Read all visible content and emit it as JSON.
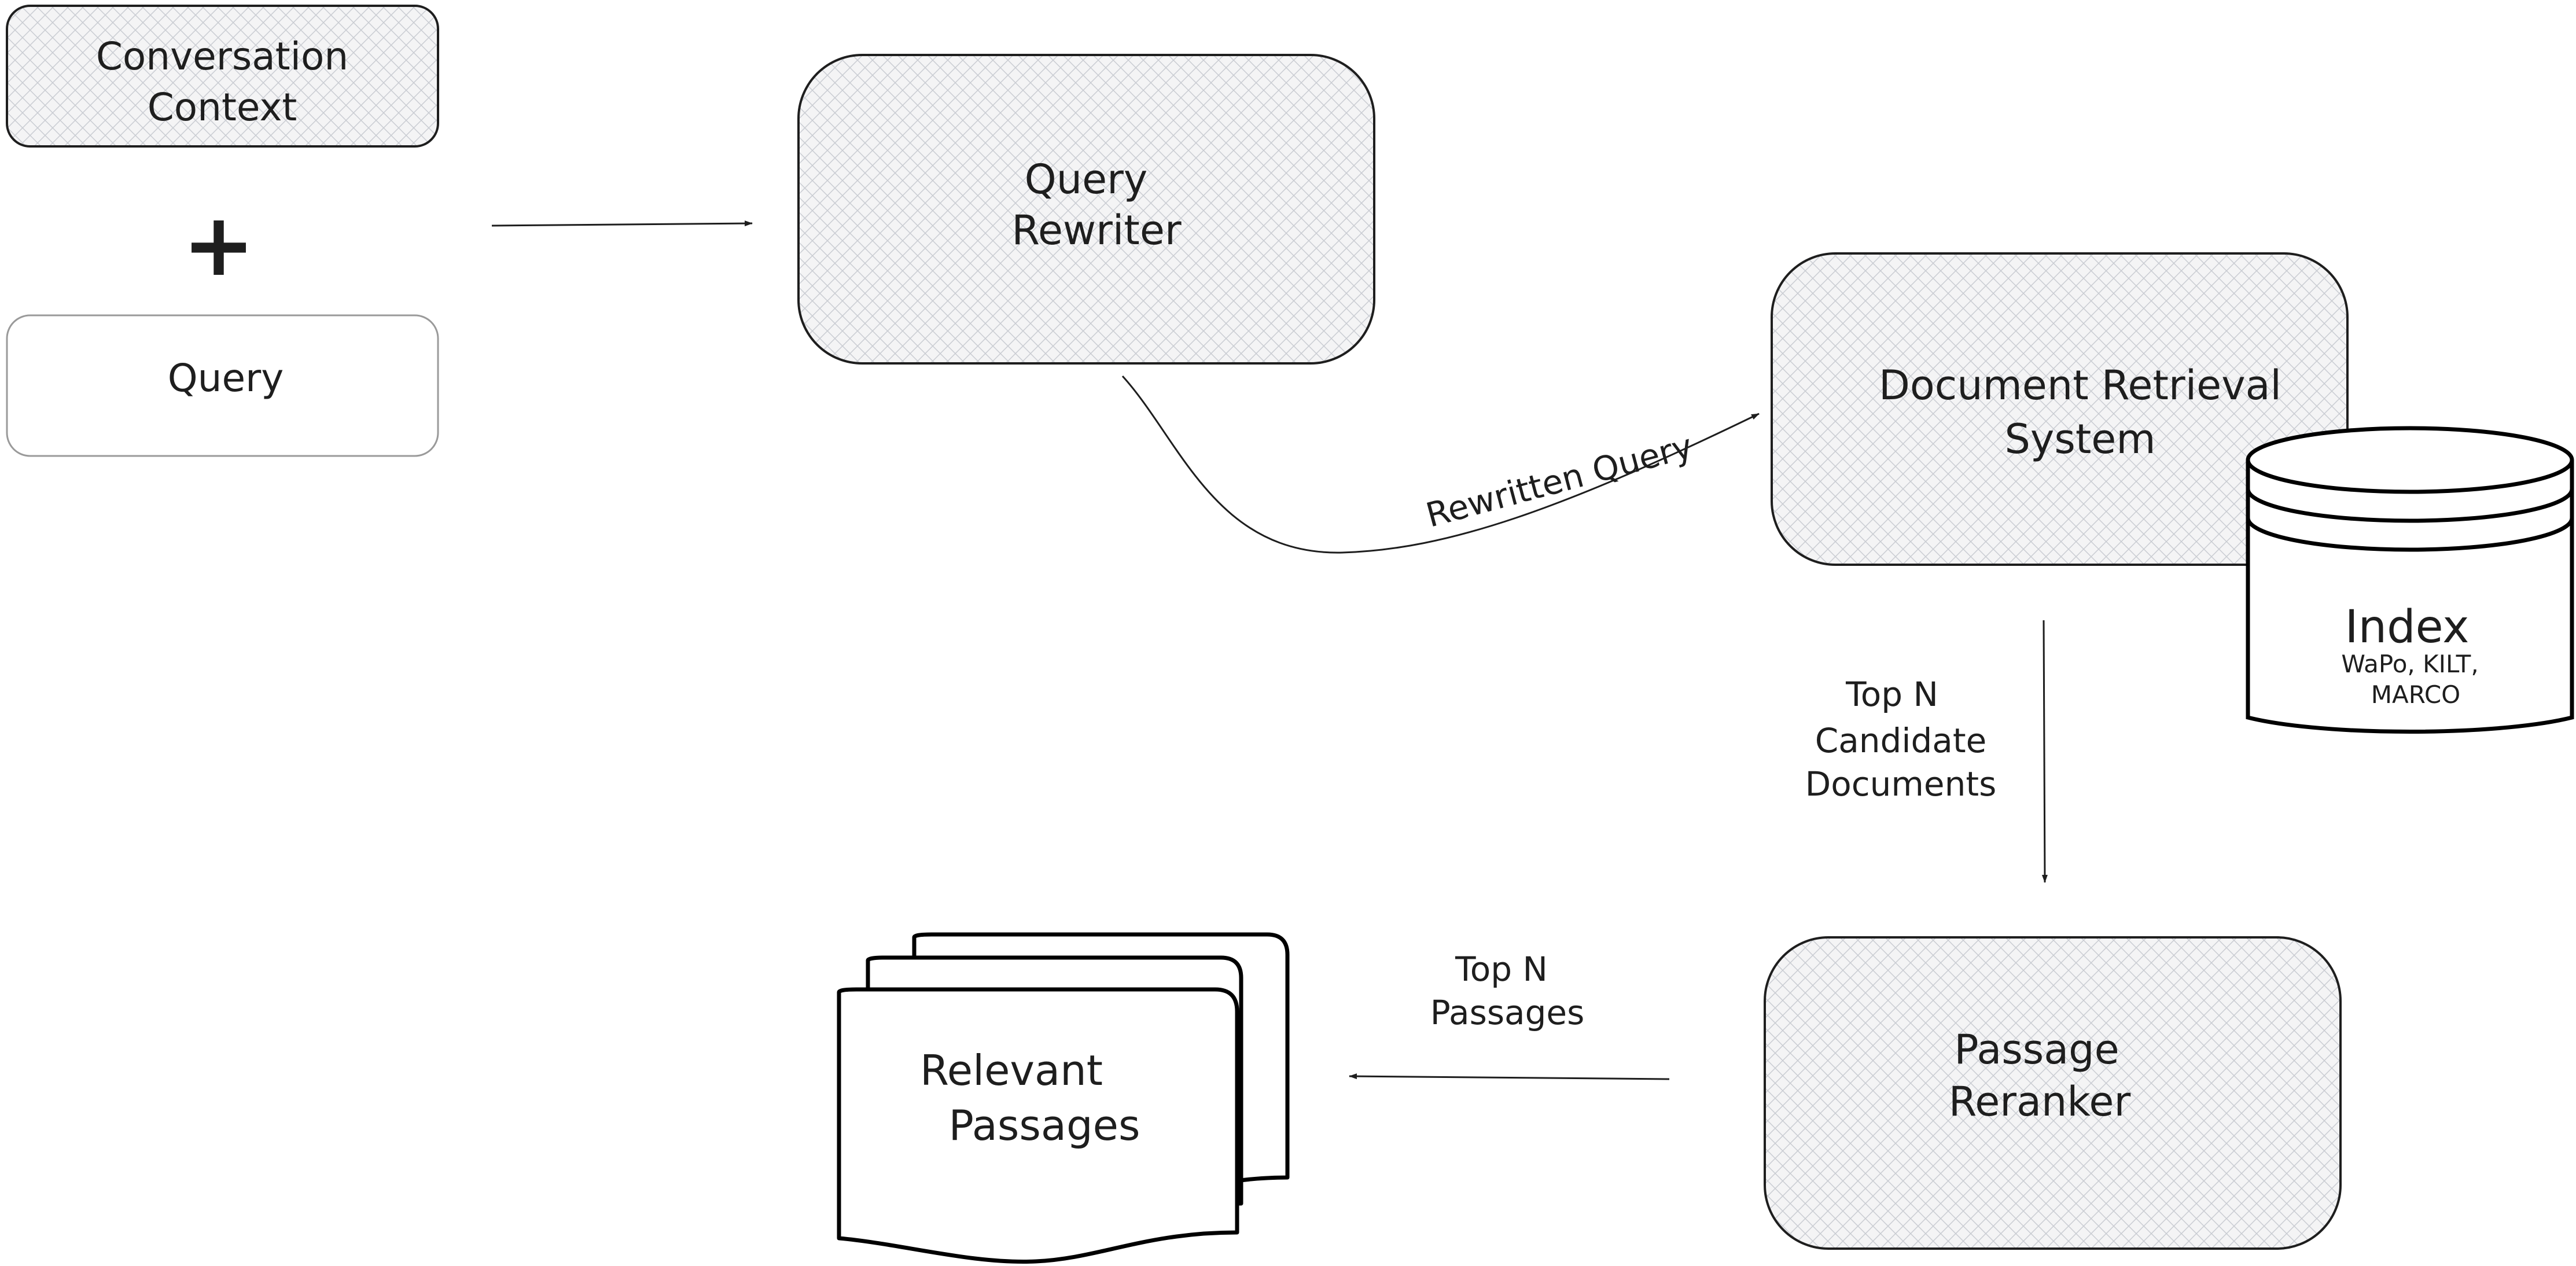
{
  "diagram": {
    "conversation_context": {
      "line1": "Conversation",
      "line2": "Context"
    },
    "plus_symbol": "+",
    "query": {
      "label": "Query"
    },
    "query_rewriter": {
      "line1": "Query",
      "line2": "Rewriter"
    },
    "rewritten_query_label": "Rewritten Query",
    "document_retrieval": {
      "line1": "Document Retrieval",
      "line2": "System"
    },
    "index": {
      "title": "Index",
      "line1": "WaPo, KILT,",
      "line2": "MARCO"
    },
    "candidate_docs_label": {
      "line1": "Top N",
      "line2": "Candidate",
      "line3": "Documents"
    },
    "passage_reranker": {
      "line1": "Passage",
      "line2": "Reranker"
    },
    "top_passages_label": {
      "line1": "Top N",
      "line2": "Passages"
    },
    "relevant_passages": {
      "line1": "Relevant",
      "line2": "Passages"
    },
    "colors": {
      "stroke": "#1e1e1e",
      "fill": "#f3f3f3",
      "hatch": "#c9ccd2"
    }
  }
}
